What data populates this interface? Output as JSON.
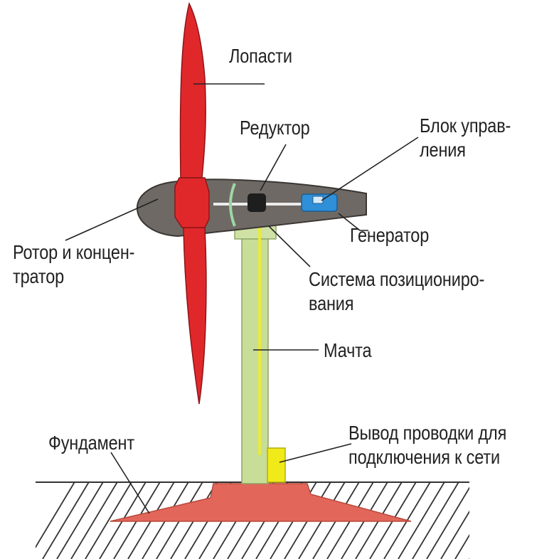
{
  "colors": {
    "blade": "#e0282b",
    "blade_outline": "#8c1518",
    "nacelle": "#6e6964",
    "gearbox": "#1e1e1e",
    "generator": "#2f8fd8",
    "mast": "#c7dd98",
    "wire": "#e8ea3f",
    "outlet": "#f0ea18",
    "foundation": "#e2675a",
    "line": "#222222",
    "hatch": "#333333"
  },
  "labels": {
    "blades": "Лопасти",
    "gearbox": "Редуктор",
    "control_unit_line1": "Блок управ-",
    "control_unit_line2": "ления",
    "rotor_line1": "Ротор и концен-",
    "rotor_line2": "тратор",
    "generator": "Генератор",
    "positioning_line1": "Система позициониро-",
    "positioning_line2": "вания",
    "mast": "Мачта",
    "wiring_line1": "Вывод проводки для",
    "wiring_line2": "подключения к сети",
    "foundation": "Фундамент"
  }
}
